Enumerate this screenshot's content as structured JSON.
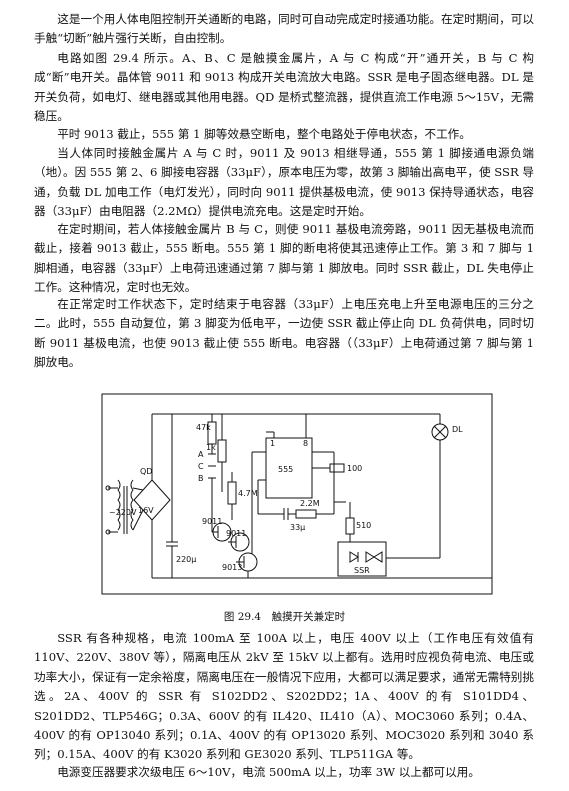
{
  "article": {
    "p1": "这是一个用人体电阻控制开关通断的电路，同时可自动完成定时接通功能。在定时期间，可以手触“切断”触片强行关断，自由控制。",
    "p2": "电路如图 29.4 所示。A、B、C 是触摸金属片，A 与 C 构成“开”通开关，B 与 C 构成“断”电开关。晶体管 9011 和 9013 构成开关电流放大电路。SSR 是电子固态继电器。DL 是开关负荷，如电灯、继电器或其他用电器。QD 是桥式整流器，提供直流工作电源 5～15V，无需稳压。",
    "p3": "平时 9013 截止，555 第 1 脚等效悬空断电，整个电路处于停电状态，不工作。",
    "p4": "当人体同时接触金属片 A 与 C 时，9011 及 9013 相继导通，555 第 1 脚接通电源负端（地）。因 555 第 2、6 脚接电容器（33μF），原本电压为零，故第 3 脚输出高电平，使 SSR 导通，负载 DL 加电工作（电灯发光），同时向 9011 提供基极电流，使 9013 保持导通状态，电容器（33μF）由电阻器（2.2MΩ）提供电流充电。这是定时开始。",
    "p5": "在定时期间，若人体接触金属片 B 与 C，则使 9011 基极电流旁路，9011 因无基极电流而截止，接着 9013 截止，555 断电。555 第 1 脚的断电将使其迅速停止工作。第 3 和 7 脚与 1 脚相通，电容器（33μF）上电荷迅速通过第 7 脚与第 1 脚放电。同时 SSR 截止，DL 失电停止工作。这种情况，定时也无效。",
    "p6": "在正常定时工作状态下，定时结束于电容器（33μF）上电压充电上升至电源电压的三分之二。此时，555 自动复位，第 3 脚変为低电平，一边使 SSR 截止停止向 DL 负荷供电，同时切断 9011 基极电流，也使 9013 截止使 555 断电。电容器（（33μF）上电荷通过第 7 脚与第 1 脚放电。",
    "p7": "SSR 有各种规格，电流 100mA 至 100A 以上，电压 400V 以上（工作电压有效值有 110V、220V、380V 等），隔离电压从 2kV 至 15kV 以上都有。选用时应视负荷电流、电压或功率大小，保证有一定余裕度，隔离电压在一般情况下应用，大都可以满足要求，通常无需特别挑选。2A、400V 的 SSR 有 S102DD2、S202DD2；1A、400V 的有 S101DD4、S201DD2、TLP546G；0.3A、600V 的有 IL420、IL410（A）、MOC3060 系列；0.4A、400V 的有 OP13040 系列；0.1A、400V 的有 OP13020 系列、MOC3020 系列和 3040 系列；0.15A、400V 的有 K3020 系列和 GE3020 系列、TLP511GA 等。",
    "p8": "电源变压器要求次级电压 6～10V，电流 500mA 以上，功率 3W 以上都可以用。"
  },
  "figure": {
    "caption": "图 29.4　触摸开关兼定时",
    "labels": {
      "qd": "QD",
      "ac_in": "~220V",
      "ac_out": "16V",
      "r47k": "47k",
      "r1k": "1k",
      "r47m": "4.7M",
      "r22m": "2.2M",
      "r100": "100",
      "r510": "510",
      "c220": "220μ",
      "c33": "33μ",
      "ic": "555",
      "pin1": "1",
      "pin8": "8",
      "q1": "9011",
      "q2": "9011",
      "q3": "9013",
      "a": "A",
      "b": "B",
      "c": "C",
      "dl": "DL",
      "ssr": "SSR"
    }
  }
}
